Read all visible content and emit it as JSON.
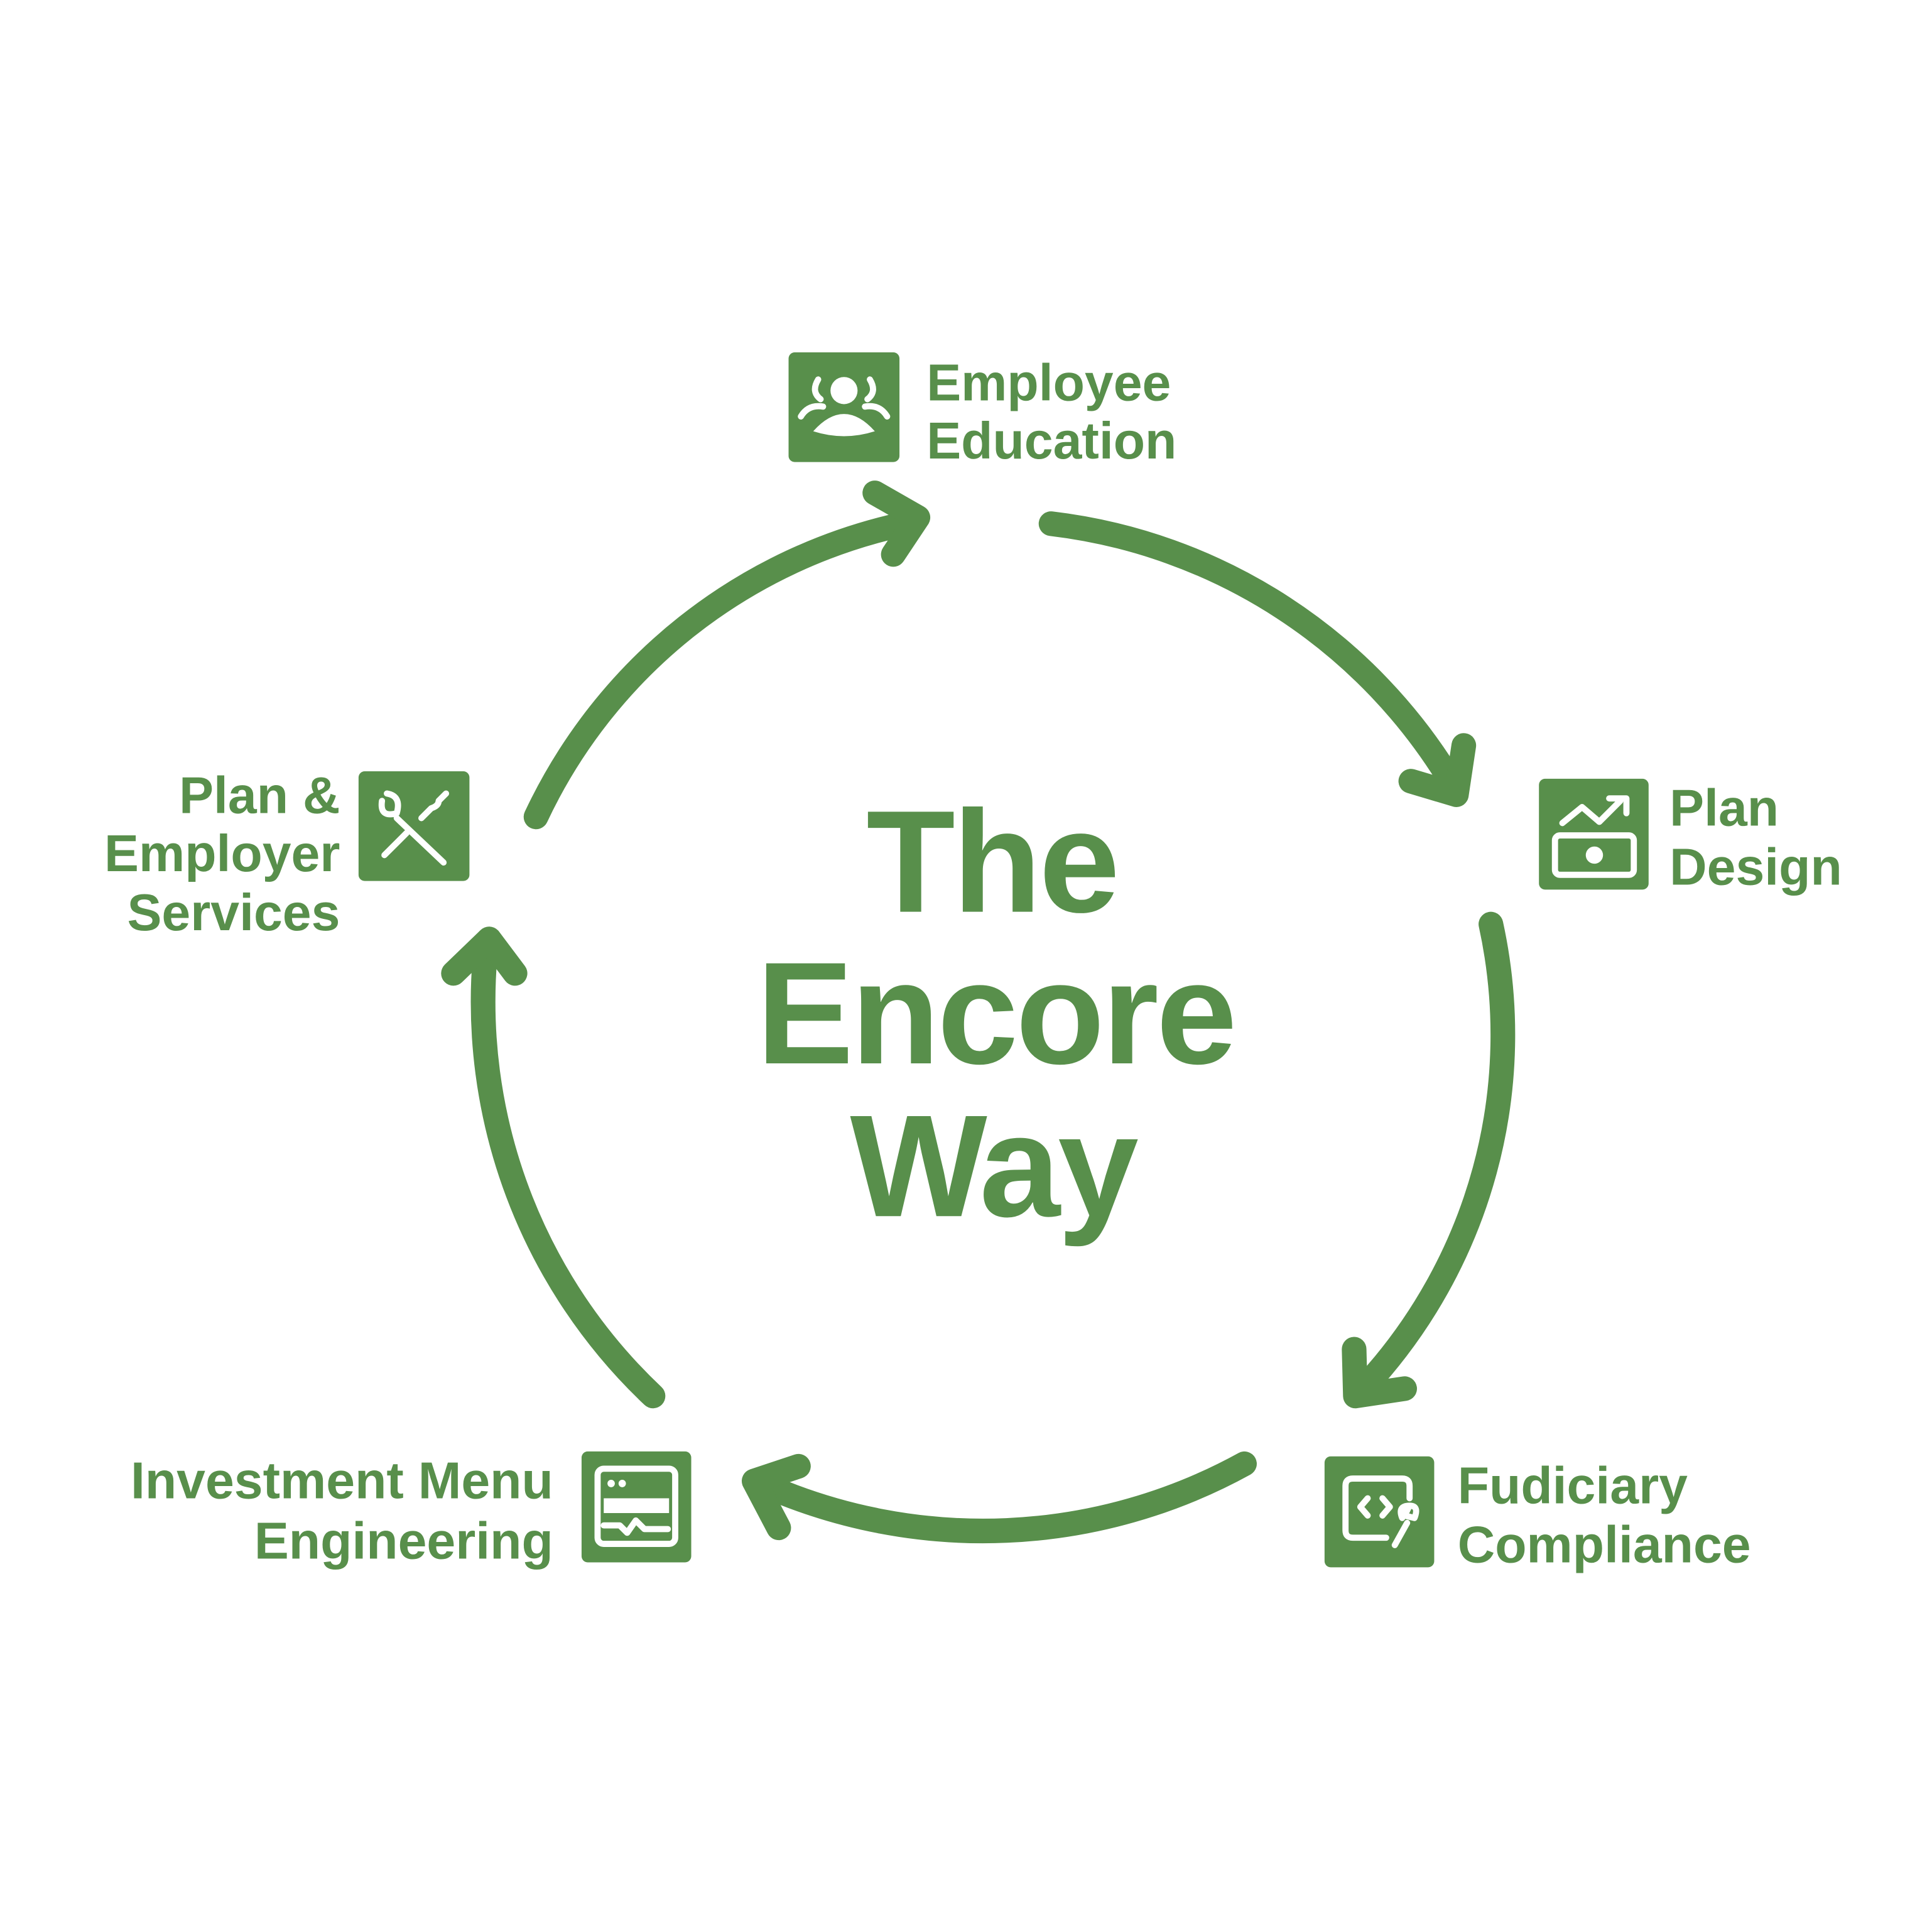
{
  "title": {
    "line1": "The",
    "line2": "Encore",
    "line3": "Way"
  },
  "steps": [
    {
      "line1": "Employee",
      "line2": "Education",
      "icon": "people-group-icon"
    },
    {
      "line1": "Plan",
      "line2": "Design",
      "icon": "money-growth-icon"
    },
    {
      "line1": "Fudiciary",
      "line2": "Compliance",
      "icon": "code-wrench-icon"
    },
    {
      "line1": "Investment Menu",
      "line2": "Engineering",
      "icon": "menu-chart-icon"
    },
    {
      "line1": "Plan &",
      "line2": "Employer",
      "line3": "Services",
      "icon": "tools-icon"
    }
  ],
  "colors": {
    "accent": "#588F4B"
  }
}
